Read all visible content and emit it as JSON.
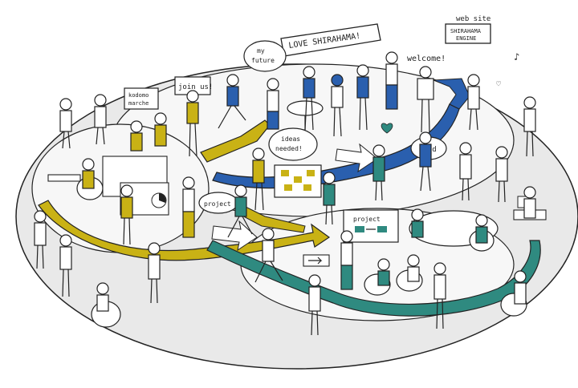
{
  "signs": {
    "love": "LOVE SHIRAHAMA!",
    "web_site": "web site",
    "engine_line1": "SHIRAHAMA",
    "engine_line2": "ENGINE",
    "welcome": "welcome!",
    "my_future_line1": "my",
    "my_future_line2": "future",
    "join_us": "join us!",
    "kodomo_line1": "kodomo",
    "kodomo_line2": "marche",
    "ideas_line1": "ideas",
    "ideas_line2": "needed!",
    "mind": "mind",
    "project_left": "project",
    "project_right": "project"
  },
  "colors": {
    "ground": "#e6e6e6",
    "plaza": "#f6f6f6",
    "yellow": "#c9b215",
    "blue": "#2a5fae",
    "teal": "#2f8a80",
    "ink": "#222222",
    "skin": "#ffffff"
  }
}
